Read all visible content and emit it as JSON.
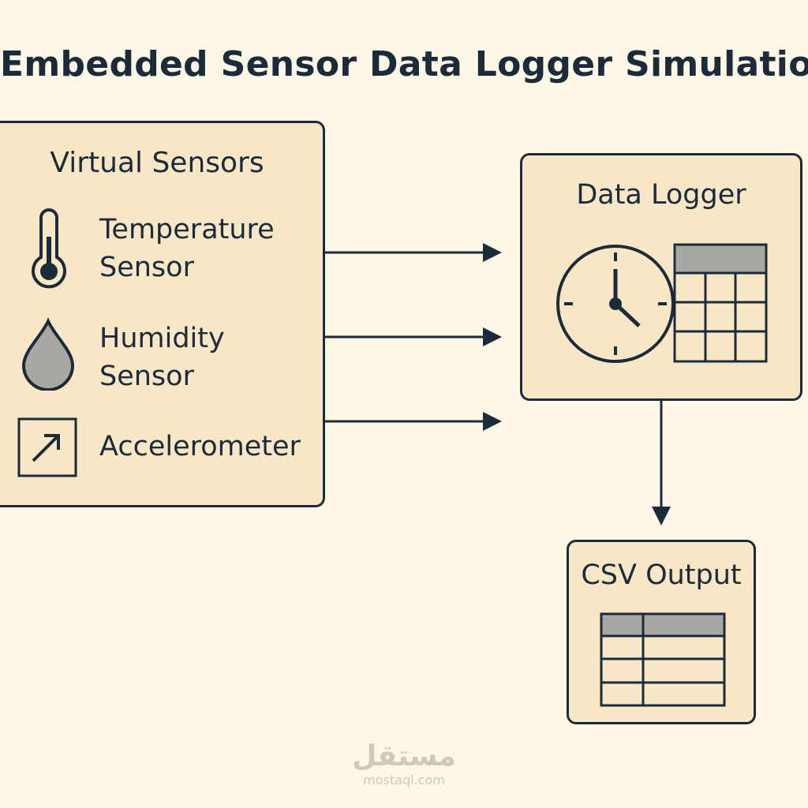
{
  "title": "Embedded Sensor Data Logger Simulation",
  "sensors": {
    "title": "Virtual Sensors",
    "items": [
      {
        "icon": "thermometer-icon",
        "line1": "Temperature",
        "line2": "Sensor"
      },
      {
        "icon": "droplet-icon",
        "line1": "Humidity",
        "line2": "Sensor"
      },
      {
        "icon": "accelerometer-icon",
        "line1": "Accelerometer"
      }
    ]
  },
  "logger": {
    "title": "Data Logger",
    "icons": [
      "clock-icon",
      "table-icon"
    ]
  },
  "csv": {
    "title": "CSV Output",
    "icons": [
      "csv-table-icon"
    ]
  },
  "watermark": {
    "arabic": "مستقل",
    "url": "mostaql.com"
  },
  "colors": {
    "background": "#fdf7e8",
    "box_fill": "#f8e7c6",
    "stroke": "#1c2b3a",
    "header_gray": "#a7a8a3",
    "watermark": "#cfc8bb"
  }
}
